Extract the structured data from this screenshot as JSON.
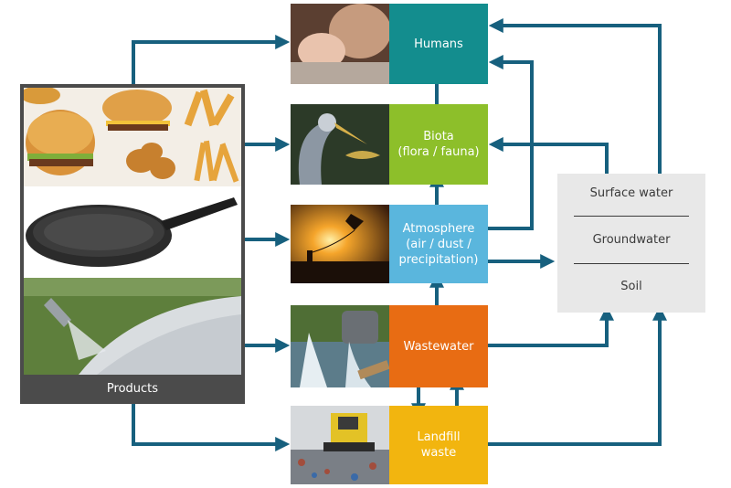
{
  "nodes": {
    "humans": {
      "label": "Humans",
      "color": "#138d8e"
    },
    "biota": {
      "line1": "Biota",
      "line2": "(flora / fauna)",
      "color": "#8dbf2a"
    },
    "atmosphere": {
      "line1": "Atmosphere",
      "line2": "(air / dust /",
      "line3": "precipitation)",
      "color": "#5ab6dd"
    },
    "wastewater": {
      "label": "Wastewater",
      "color": "#e86c13"
    },
    "landfill": {
      "line1": "Landfill",
      "line2": "waste",
      "color": "#f2b50f"
    }
  },
  "products": {
    "label": "Products"
  },
  "environment": {
    "surface_water": "Surface water",
    "groundwater": "Groundwater",
    "soil": "Soil"
  },
  "colors": {
    "arrow": "#17607e",
    "panel": "#4b4b4b",
    "env_bg": "#e8e8e8"
  },
  "icons": {
    "humans_photo": "baby-and-father-photo",
    "biota_photo": "heron-with-fish-photo",
    "atmosphere_photo": "kite-at-sunset-photo",
    "wastewater_photo": "discharge-pipe-photo",
    "landfill_photo": "bulldozer-landfill-photo",
    "food_photo": "fast-food-photo",
    "pan_photo": "frying-pan-photo",
    "spray_photo": "field-spraying-photo"
  }
}
